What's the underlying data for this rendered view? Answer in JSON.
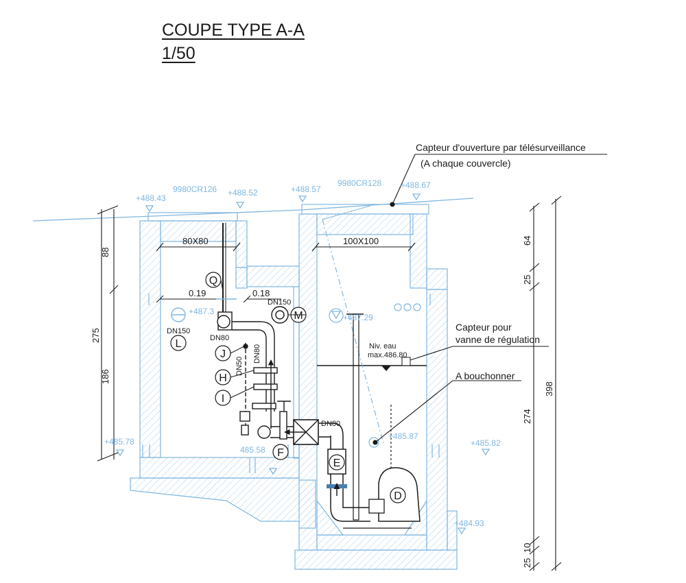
{
  "title": {
    "main": "COUPE TYPE A-A",
    "scale": "1/50"
  },
  "annotations": {
    "capteur_ouverture_line1": "Capteur d'ouverture par télésurveillance",
    "capteur_ouverture_line2": "(A chaque couvercle)",
    "capteur_vanne_line1": "Capteur pour",
    "capteur_vanne_line2": "vanne  de régulation",
    "a_bouchonner": "A bouchonner",
    "niv_eau_line1": "Niv. eau",
    "niv_eau_line2": "max.486.80"
  },
  "covers": {
    "left": "9980CR126",
    "right": "9980CR128"
  },
  "levels": {
    "l488_43": "+488.43",
    "l488_52": "+488.52",
    "l488_57": "+488.57",
    "l488_67": "+488.67",
    "l487_3": "+487.3",
    "l487_29": "+487.29",
    "l485_78": "+485.78",
    "l485_58": "485.58",
    "l485_87": "+485.87",
    "l485_82": "+485.82",
    "l484_93": "+484.93"
  },
  "dimensions": {
    "opening_left": "80X80",
    "opening_right": "100X100",
    "d019": "0.19",
    "d018": "0.18",
    "left_88": "88",
    "left_275": "275",
    "left_186": "186",
    "right_64": "64",
    "right_25": "25",
    "right_274": "274",
    "right_10": "10",
    "right_25b": "25",
    "right_398": "398"
  },
  "pipes": {
    "dn150_left": "DN150",
    "dn150_mid": "DN150",
    "dn80_a": "DN80",
    "dn80_b": "DN80",
    "dn50": "DN50",
    "dn80_c": "DN80"
  },
  "markers": {
    "Q": "Q",
    "L": "L",
    "M": "M",
    "J": "J",
    "H": "H",
    "I": "I",
    "F": "F",
    "E": "E",
    "D": "D"
  },
  "colors": {
    "structure": "#7fb6e0",
    "ink": "#1a1a1a",
    "background": "#ffffff"
  }
}
